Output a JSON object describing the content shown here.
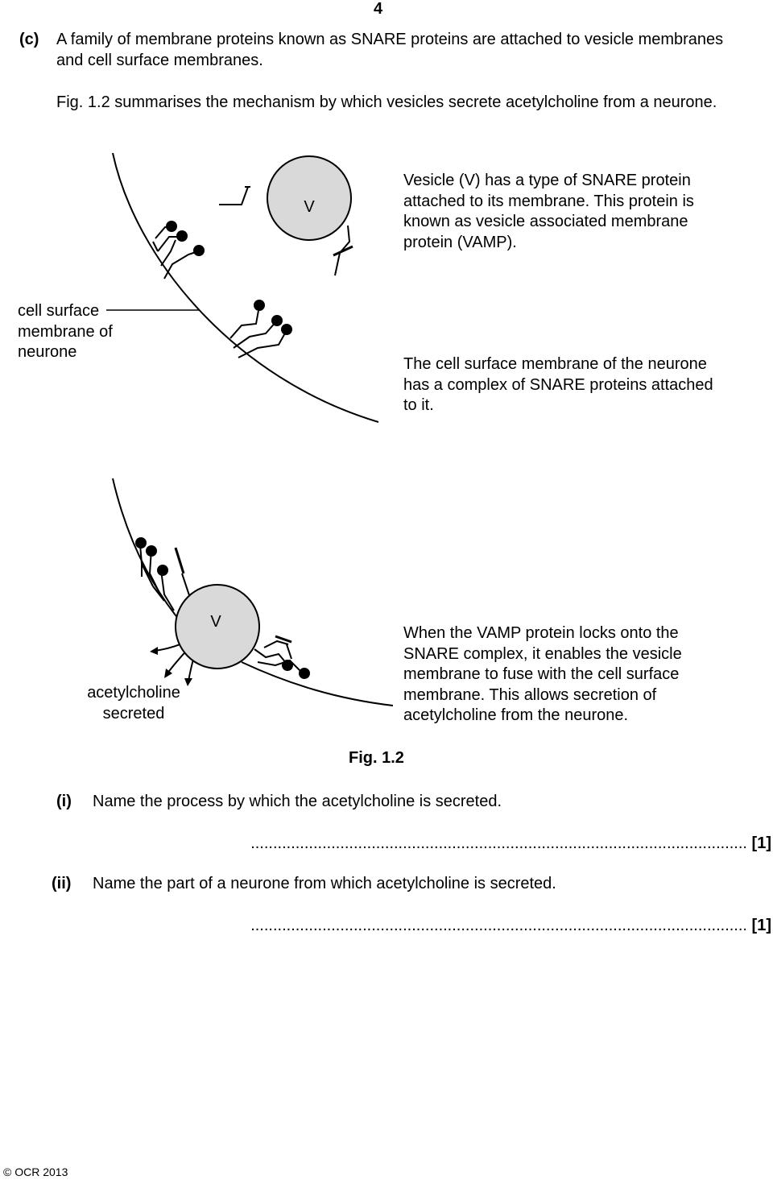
{
  "page_number": "4",
  "part_c": {
    "label": "(c)",
    "intro_line1": "A family of membrane proteins known as SNARE proteins are attached to vesicle membranes",
    "intro_line2": "and cell surface membranes.",
    "fig_intro": "Fig. 1.2 summarises the mechanism by which vesicles secrete acetylcholine from a neurone."
  },
  "figure": {
    "vesicle_letter": "V",
    "top_note": [
      "Vesicle (V) has a type of SNARE protein",
      "attached to its membrane. This protein is",
      "known as vesicle associated membrane",
      "protein (VAMP)."
    ],
    "membrane_label": [
      "cell surface",
      "membrane of",
      "neurone"
    ],
    "middle_note": [
      "The cell surface membrane of the neurone",
      "has a complex of SNARE proteins attached",
      "to it."
    ],
    "secreted_label": [
      "acetylcholine",
      "secreted"
    ],
    "bottom_note": [
      "When the VAMP protein locks onto the",
      "SNARE complex, it enables the vesicle",
      "membrane to fuse with the cell surface",
      "membrane. This allows secretion of",
      "acetylcholine from the neurone."
    ],
    "caption": "Fig. 1.2"
  },
  "questions": [
    {
      "label": "(i)",
      "text": "Name the process by which the acetylcholine is secreted.",
      "dots": "...............................................................................................................",
      "marks": "[1]"
    },
    {
      "label": "(ii)",
      "text": "Name the part of a neurone from which acetylcholine is secreted.",
      "dots": "...............................................................................................................",
      "marks": "[1]"
    }
  ],
  "footer": "© OCR 2013",
  "colors": {
    "vesicle_fill": "#d9d9d9",
    "ink": "#000000"
  }
}
